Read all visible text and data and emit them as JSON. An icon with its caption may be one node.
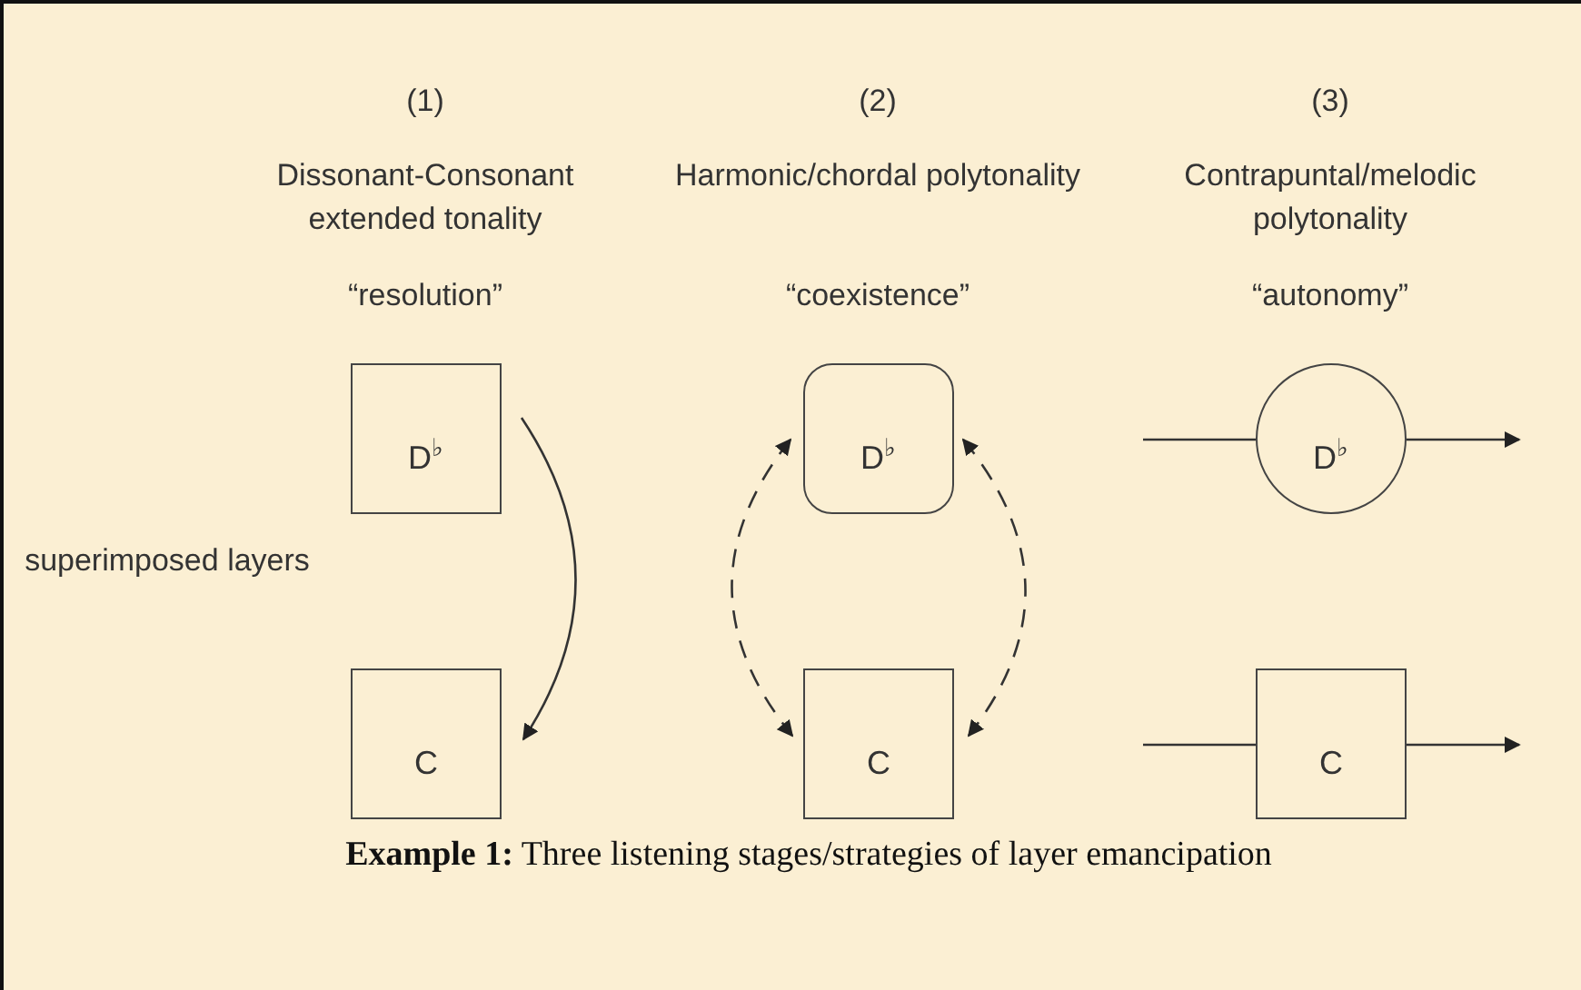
{
  "diagram": {
    "caption": "**Example 1:** Three listening stages/strategies of layer emancipation",
    "nodes": [
      {
        "text": [
          "D$^{♭}$"
        ]
      },
      {
        "text": [
          "C"
        ]
      },
      {
        "text": [
          "D$^{♭}$"
        ]
      },
      {
        "text": [
          "C"
        ]
      },
      {
        "text": [
          "D$^{♭}$"
        ]
      },
      {
        "text": [
          "C"
        ]
      }
    ],
    "edges": [
      {
        "from": 0,
        "to": 1,
        "arrow": "to"
      },
      {
        "from": 2,
        "to": 3,
        "arrow": "both",
        "style": "dashed"
      },
      {
        "from": 2,
        "to": 3,
        "arrow": "both",
        "style": "dashed"
      },
      {
        "from": null,
        "to": 4,
        "arrow": "none"
      },
      {
        "from": 4,
        "to": null,
        "arrow": "to"
      },
      {
        "from": null,
        "to": 5,
        "arrow": "none"
      },
      {
        "from": 5,
        "to": null,
        "arrow": "to"
      }
    ],
    "labels": [
      "(1)",
      "(2)",
      "(3)",
      "Dissonant-Consonant extended tonality",
      "Harmonic/chordal polytonality",
      "Contrapuntal/melodic polytonality",
      "“resolution”",
      "“coexistence”",
      "“autonomy”",
      "superimposed layers"
    ]
  }
}
